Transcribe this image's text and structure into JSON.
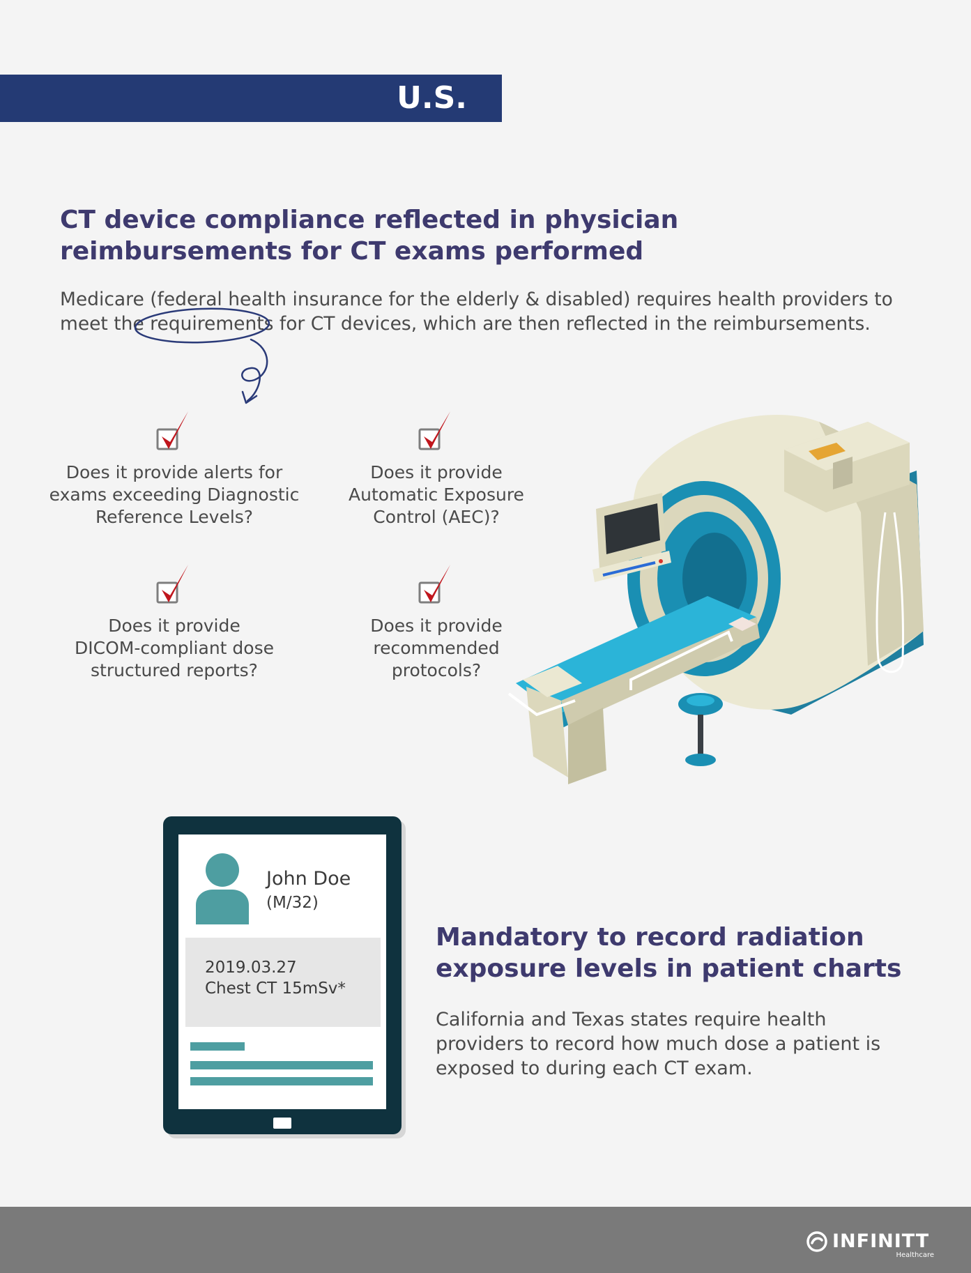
{
  "banner": {
    "label": "U.S."
  },
  "section_reimbursement": {
    "title": "CT device compliance reflected in physician reimbursements for CT exams performed",
    "body": "Medicare (federal health insurance for the elderly & disabled) requires health providers to meet the requirements for CT devices, which are then reflected in the reimbursements.",
    "highlighted_word": "requirements"
  },
  "requirements": [
    {
      "text": "Does it provide alerts for\nexams exceeding Diagnostic\nReference Levels?"
    },
    {
      "text": "Does it provide\nAutomatic Exposure\nControl (AEC)?"
    },
    {
      "text": "Does it provide\nDICOM-compliant dose\nstructured reports?"
    },
    {
      "text": "Does it provide\nrecommended\nprotocols?"
    }
  ],
  "chart": {
    "patient_name": "John Doe",
    "patient_info": "(M/32)",
    "record_date": "2019.03.27",
    "record_exam": "Chest CT 15mSv*"
  },
  "section_recording": {
    "title": "Mandatory to record radiation exposure levels in patient charts",
    "body": "California and Texas states require health providers to record how much dose a patient is exposed to during each CT exam."
  },
  "footer": {
    "logo_name": "INFINITT",
    "logo_sub": "Healthcare"
  },
  "colors": {
    "banner": "#243a74",
    "heading": "#3e3a6e",
    "check": "#c0161d",
    "teal": "#4e9ea1",
    "tablet": "#0f323e",
    "footer": "#7a7a7a"
  },
  "icons": [
    "checkbox-icon",
    "avatar-icon",
    "ct-scanner-icon",
    "annotation-arrow-icon",
    "infinitt-logo-icon"
  ]
}
